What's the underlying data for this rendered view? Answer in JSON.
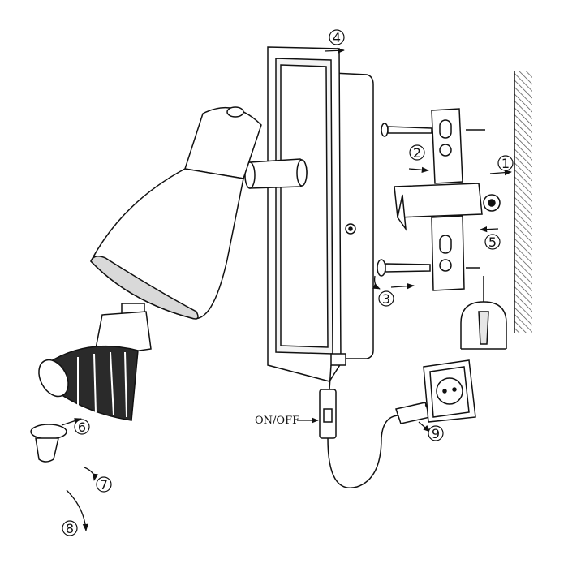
{
  "diagram": {
    "switch_label": "ON/OFF",
    "steps": [
      {
        "id": "step-1",
        "label": "1"
      },
      {
        "id": "step-2",
        "label": "2"
      },
      {
        "id": "step-3",
        "label": "3"
      },
      {
        "id": "step-4",
        "label": "4"
      },
      {
        "id": "step-5",
        "label": "5"
      },
      {
        "id": "step-6",
        "label": "6"
      },
      {
        "id": "step-7",
        "label": "7"
      },
      {
        "id": "step-8",
        "label": "8"
      },
      {
        "id": "step-9",
        "label": "9"
      }
    ]
  },
  "colors": {
    "line": "#111111",
    "hatch": "#555555",
    "shade": "#d9d9d9",
    "bulb_base": "#2a2a2a"
  }
}
